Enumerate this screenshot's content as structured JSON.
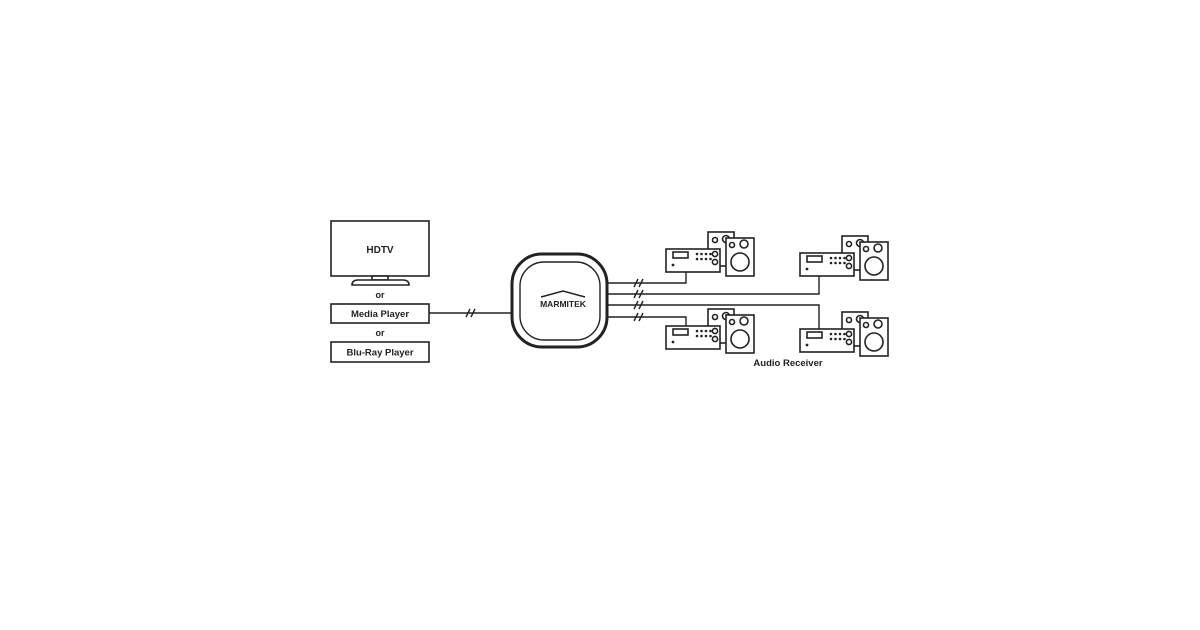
{
  "source": {
    "tv_label": "HDTV",
    "or_1": "or",
    "media_player_label": "Media Player",
    "or_2": "or",
    "bluray_label": "Blu-Ray Player"
  },
  "hub": {
    "brand": "MARMITEK"
  },
  "outputs": {
    "receiver_label": "Audio Receiver",
    "count": 4
  },
  "colors": {
    "line": "#222222",
    "background": "#ffffff"
  }
}
